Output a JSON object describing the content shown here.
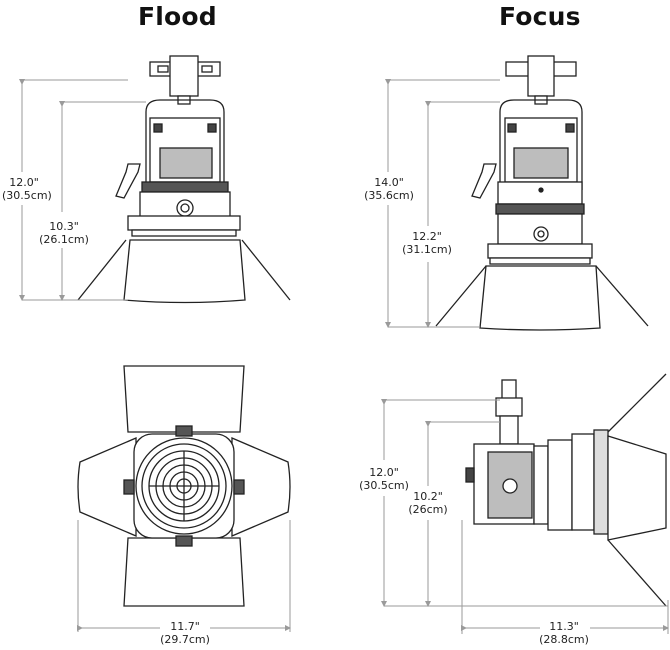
{
  "titles": {
    "left": "Flood",
    "right": "Focus"
  },
  "colors": {
    "line": "#222222",
    "dim_line": "#9a9a9a",
    "background": "#ffffff"
  },
  "dimensions": {
    "flood_total_height": {
      "imperial": "12.0\"",
      "metric": "(30.5cm)"
    },
    "flood_body_height": {
      "imperial": "10.3\"",
      "metric": "(26.1cm)"
    },
    "focus_total_height": {
      "imperial": "14.0\"",
      "metric": "(35.6cm)"
    },
    "focus_body_height": {
      "imperial": "12.2\"",
      "metric": "(31.1cm)"
    },
    "side_total_height": {
      "imperial": "12.0\"",
      "metric": "(30.5cm)"
    },
    "side_body_height": {
      "imperial": "10.2\"",
      "metric": "(26cm)"
    },
    "front_width": {
      "imperial": "11.7\"",
      "metric": "(29.7cm)"
    },
    "side_length": {
      "imperial": "11.3\"",
      "metric": "(28.8cm)"
    }
  }
}
